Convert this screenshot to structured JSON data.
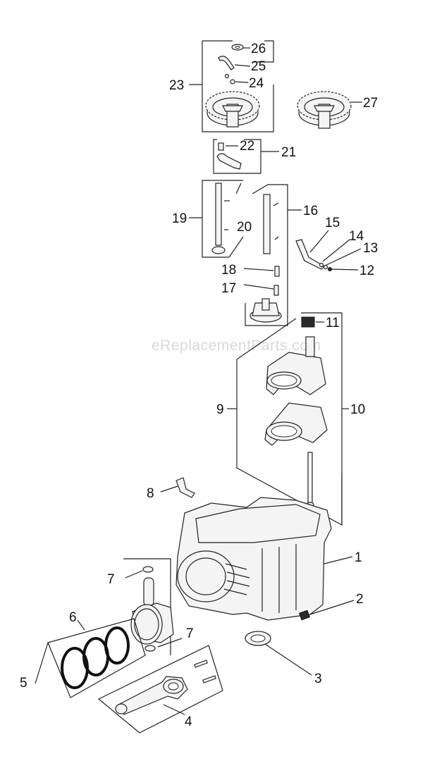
{
  "watermark": "eReplacementParts.com",
  "callouts": {
    "c1": "1",
    "c2": "2",
    "c3": "3",
    "c4": "4",
    "c5": "5",
    "c6": "6",
    "c7a": "7",
    "c7b": "7",
    "c8": "8",
    "c9": "9",
    "c10": "10",
    "c11": "11",
    "c12": "12",
    "c13": "13",
    "c14": "14",
    "c15": "15",
    "c16": "16",
    "c17": "17",
    "c18": "18",
    "c19": "19",
    "c20": "20",
    "c21": "21",
    "c22": "22",
    "c23": "23",
    "c24": "24",
    "c25": "25",
    "c26": "26",
    "c27": "27"
  }
}
